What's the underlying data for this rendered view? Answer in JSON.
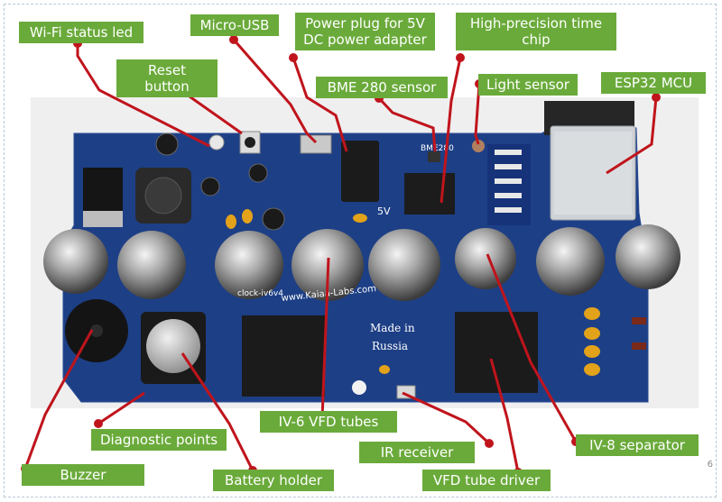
{
  "labels": {
    "wifi_led": "Wi-Fi status led",
    "micro_usb": "Micro-USB",
    "power_plug": "Power plug for 5V\nDC power adapter",
    "time_chip": "High-precision time\nchip",
    "reset_button": "Reset button",
    "bme280": "BME 280 sensor",
    "light_sensor": "Light sensor",
    "esp32": "ESP32 MCU",
    "vfd_tubes": "IV-6 VFD tubes",
    "diag_points": "Diagnostic points",
    "ir_receiver": "IR receiver",
    "separator": "IV-8 separator",
    "buzzer": "Buzzer",
    "battery_holder": "Battery holder",
    "vfd_driver": "VFD tube driver"
  },
  "board_text": {
    "site": "www.Kaiaa-Labs.com",
    "made_in": "Made in",
    "russia": "Russia",
    "model": "clock-iv6v4",
    "bme": "BME280",
    "volt": "5V"
  },
  "page_number": "6",
  "colors": {
    "label_bg": "#6aaa3a",
    "pointer": "#c0141c",
    "pcb": "#1d3f86"
  }
}
